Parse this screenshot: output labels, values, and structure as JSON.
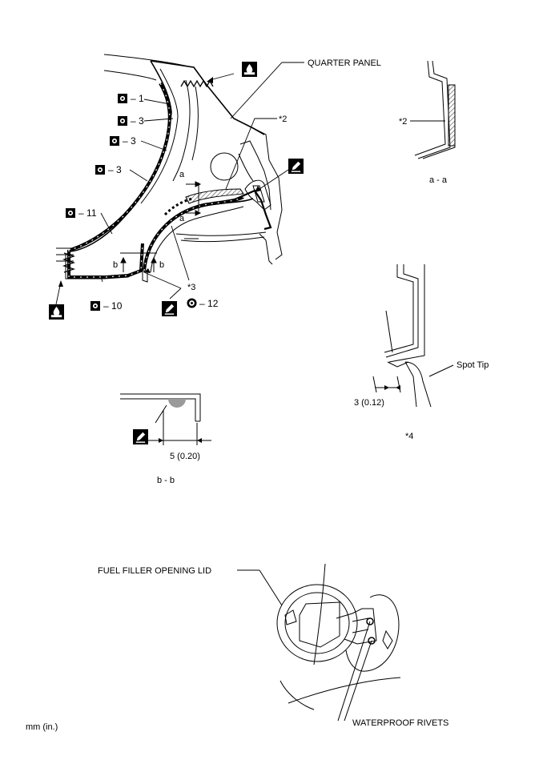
{
  "labels": {
    "quarter_panel": "QUARTER PANEL",
    "star2_main": "*2",
    "star3_main": "*3",
    "star2_section": "*2",
    "section_aa": "a - a",
    "section_bb": "b - b",
    "spot_tip": "Spot Tip",
    "star4": "*4",
    "dim_3": "3 (0.12)",
    "dim_5": "5 (0.20)",
    "fuel_lid": "FUEL FILLER OPENING LID",
    "waterproof_rivets": "WATERPROOF RIVETS",
    "units": "mm (in.)",
    "cut_a_top": "a",
    "cut_a_bottom": "a",
    "cut_b_left": "b",
    "cut_b_right": "b"
  },
  "weld_callouts": [
    {
      "symbol": "spot-weld-square",
      "count": "1"
    },
    {
      "symbol": "spot-weld-square",
      "count": "3"
    },
    {
      "symbol": "spot-weld-square",
      "count": "3"
    },
    {
      "symbol": "spot-weld-square",
      "count": "3"
    },
    {
      "symbol": "spot-weld-square",
      "count": "11"
    },
    {
      "symbol": "spot-weld-square",
      "count": "10"
    },
    {
      "symbol": "spot-weld-round",
      "count": "12"
    }
  ],
  "callout_dash": "–",
  "colors": {
    "line": "#000000",
    "sealer_fill": "#9a9a9a",
    "hatch": "#444444"
  }
}
